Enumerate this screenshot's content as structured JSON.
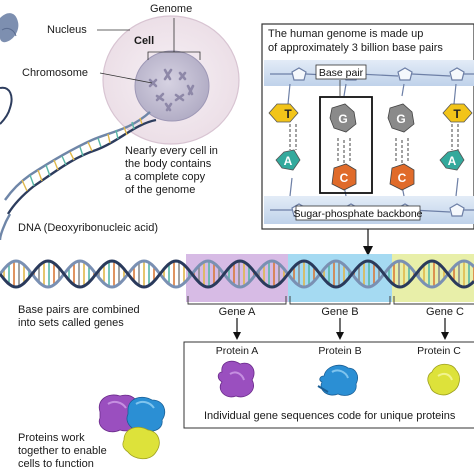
{
  "cell": {
    "genome_label": "Genome",
    "nucleus_label": "Nucleus",
    "cell_label": "Cell",
    "chromosome_label": "Chromosome",
    "caption": [
      "Nearly every cell in",
      "the body contains",
      "a complete copy",
      "of the genome"
    ]
  },
  "genome_box": {
    "title": [
      "The human genome is made up",
      "of approximately 3 billion base pairs"
    ],
    "base_pair_label": "Base pair",
    "backbone_label": "Sugar-phosphate backbone",
    "bases": [
      "T",
      "A",
      "G",
      "C",
      "G",
      "C",
      "T",
      "A"
    ]
  },
  "dna": {
    "label": "DNA (Deoxyribonucleic acid)",
    "caption": [
      "Base pairs are combined",
      "into sets called genes"
    ]
  },
  "genes": [
    {
      "gene": "Gene A",
      "protein": "Protein A",
      "color": "#c9a4dc"
    },
    {
      "gene": "Gene B",
      "protein": "Protein B",
      "color": "#8fd1ef"
    },
    {
      "gene": "Gene C",
      "protein": "Protein C",
      "color": "#e4ec9a"
    }
  ],
  "proteins_caption": "Individual gene sequences code for unique proteins",
  "work_caption": [
    "Proteins work",
    "together to enable",
    "cells to function"
  ],
  "colors": {
    "protein_a": "#9a4fbf",
    "protein_b": "#2b8fd4",
    "protein_c": "#dde23a",
    "base_T": "#f2c419",
    "base_A": "#33a99c",
    "base_G": "#8a8a8a",
    "base_C": "#e06b2a",
    "backbone": "#cfdff0"
  }
}
